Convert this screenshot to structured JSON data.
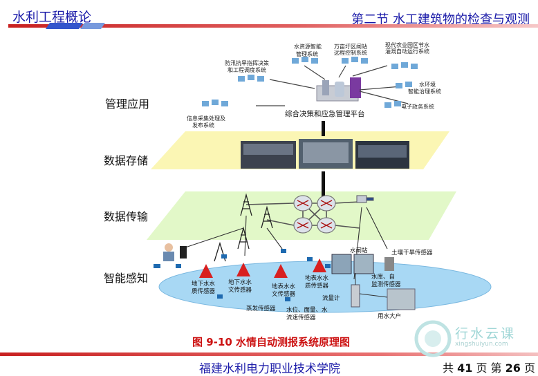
{
  "header": {
    "course_title": "水利工程概论",
    "section_title": "第二节  水工建筑物的检查与观测"
  },
  "layers": {
    "management": "管理应用",
    "storage": "数据存储",
    "transmission": "数据传输",
    "sensing": "智能感知"
  },
  "management_systems": {
    "flood_control": [
      "防汛抗旱指挥决策",
      "和工程调度系统"
    ],
    "water_resources": [
      "水资源智能",
      "管理系统"
    ],
    "irrigation_district": [
      "万亩圩区闸站",
      "远程控制系统"
    ],
    "modern_agriculture": [
      "现代农业园区节水",
      "灌溉自动运行系统"
    ],
    "water_environment": [
      "水环境",
      "智能治理系统"
    ],
    "e_government": "电子政务系统",
    "info_collection": [
      "信息采集处理及",
      "发布系统"
    ],
    "platform": "综合决策和应急管理平台"
  },
  "sensors": {
    "sluice_station": "水闸站",
    "soil_moisture": "土壤干旱传感器",
    "groundwater_quality": [
      "地下水水",
      "质传感器"
    ],
    "groundwater_hydro": [
      "地下水水",
      "文传感器"
    ],
    "surface_hydro": [
      "地表水水",
      "文传感器"
    ],
    "surface_quality": [
      "地表水水",
      "质传感器"
    ],
    "flow_meter": "流量计",
    "reservoir_monitor": [
      "水库、自",
      "监测传感器"
    ],
    "evaporation": "蒸发传感器",
    "level_flow": [
      "水位、面量、水",
      "流速传感器"
    ],
    "water_user": "用水大户"
  },
  "figure_caption": "图 9-10  水情自动测报系统原理图",
  "footer": {
    "school": "福建水利电力职业技术学院",
    "page_prefix": "共",
    "total_pages": "41",
    "page_mid": "页  第",
    "current_page": "26",
    "page_suffix": "页"
  },
  "watermark": {
    "text": "行水云课",
    "url": "xingshuiyun.com"
  },
  "colors": {
    "title_blue": "#1a1aa8",
    "accent_red": "#cc1111",
    "plane_yellow": "#fbf6b4",
    "plane_green": "#e2f8c8",
    "water_blue": "#a8d8f4"
  }
}
